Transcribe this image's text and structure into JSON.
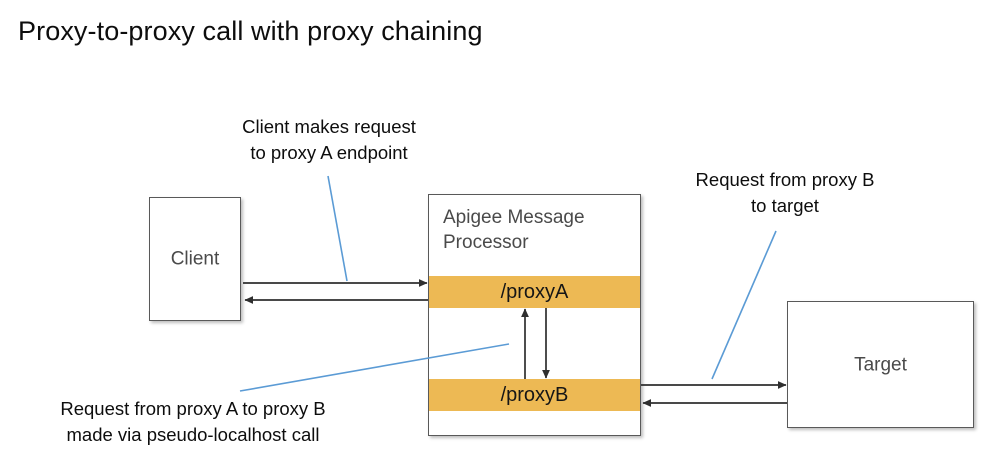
{
  "title": "Proxy-to-proxy call with proxy chaining",
  "colors": {
    "proxy_band": "#edb954",
    "box_border": "#595959",
    "leader_line": "#5b9bd5",
    "arrow": "#2f2f2f",
    "text": "#0d0d0d",
    "node_text": "#4a4a4a",
    "background": "#ffffff"
  },
  "nodes": {
    "client": {
      "label": "Client"
    },
    "message_processor": {
      "label": "Apigee Message\nProcessor"
    },
    "proxy_a": {
      "label": "/proxyA"
    },
    "proxy_b": {
      "label": "/proxyB"
    },
    "target": {
      "label": "Target"
    }
  },
  "annotations": {
    "client_request": "Client makes request\nto proxy A endpoint",
    "target_request": "Request from proxy B\nto target",
    "chaining": "Request from proxy A to proxy B\nmade via pseudo-localhost call"
  },
  "flows": [
    {
      "name": "client-to-proxya",
      "from": "client",
      "to": "proxy_a",
      "direction": "right"
    },
    {
      "name": "proxya-to-client",
      "from": "proxy_a",
      "to": "client",
      "direction": "left"
    },
    {
      "name": "proxya-to-proxyb",
      "from": "proxy_a",
      "to": "proxy_b",
      "direction": "down"
    },
    {
      "name": "proxyb-to-proxya",
      "from": "proxy_b",
      "to": "proxy_a",
      "direction": "up"
    },
    {
      "name": "proxyb-to-target",
      "from": "proxy_b",
      "to": "target",
      "direction": "right"
    },
    {
      "name": "target-to-proxyb",
      "from": "target",
      "to": "proxy_b",
      "direction": "left"
    }
  ]
}
